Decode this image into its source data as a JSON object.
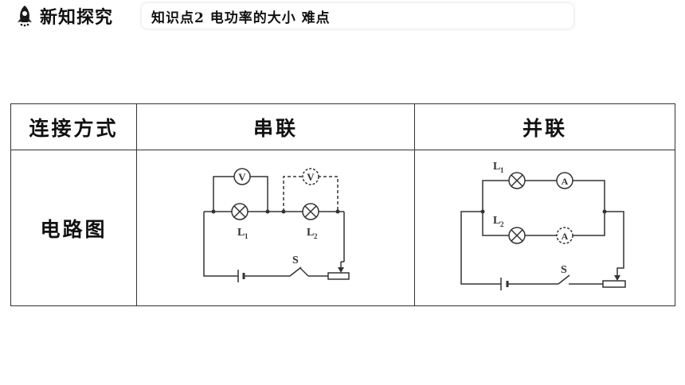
{
  "header": {
    "section_title": "新知探究",
    "subtitle": "知识点2  电功率的大小  难点"
  },
  "table": {
    "header_label": "连接方式",
    "series_label": "串联",
    "parallel_label": "并联",
    "row_label": "电路图"
  },
  "series_circuit": {
    "voltmeter": "V",
    "lamp1_label": "L",
    "lamp1_sub": "1",
    "lamp2_label": "L",
    "lamp2_sub": "2",
    "switch_label": "S"
  },
  "parallel_circuit": {
    "lamp1_label": "L",
    "lamp1_sub": "1",
    "lamp2_label": "L",
    "lamp2_sub": "2",
    "ammeter": "A",
    "switch_label": "S"
  }
}
